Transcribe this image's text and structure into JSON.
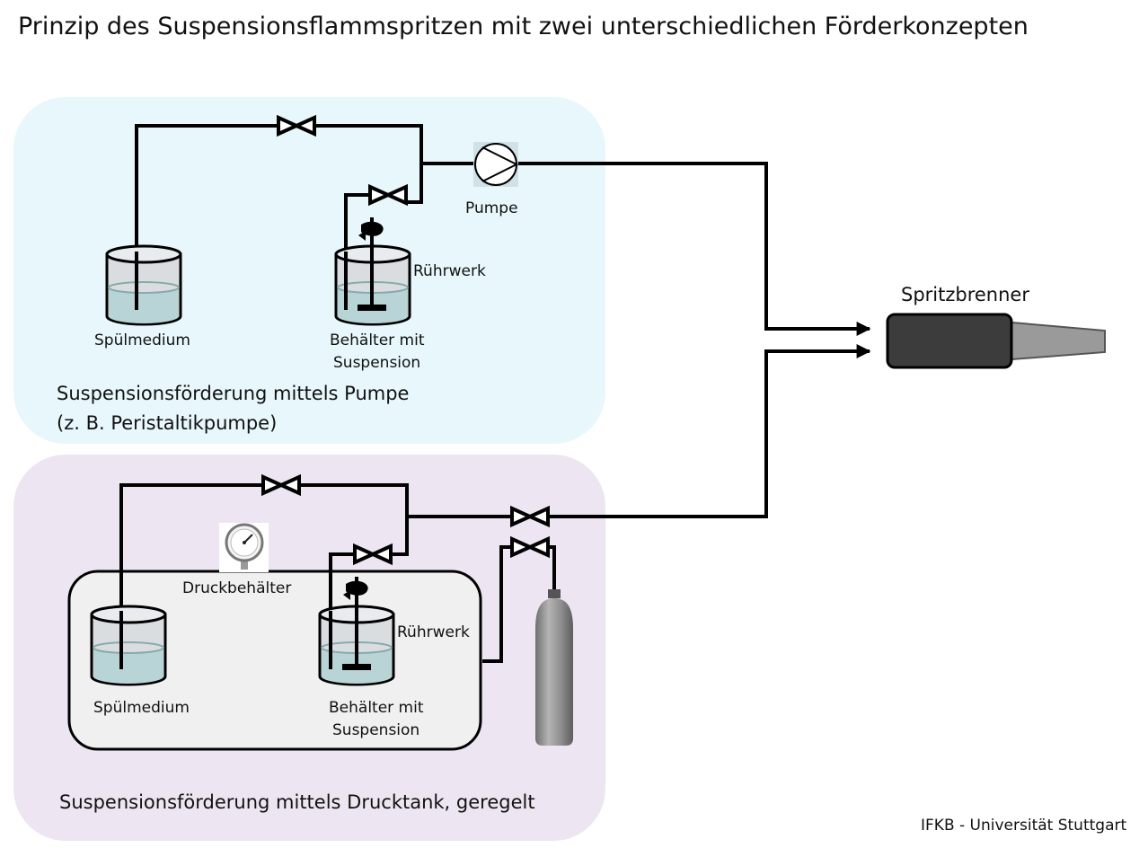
{
  "title": "Prinzip des Suspensionsflammspritzen mit zwei unterschiedlichen Förderkonzepten",
  "colors": {
    "top_panel": "#e8f7fc",
    "bottom_panel": "#ede6f2",
    "inner_box": "#f0f0f0",
    "liquid": "#b9d4d6",
    "burner_body": "#3c3c3c",
    "nozzle": "#9a9a9a",
    "cylinder": "#8a8a8a"
  },
  "top_panel": {
    "caption_line1": "Suspensionsförderung mittels Pumpe",
    "caption_line2": "(z. B. Peristaltikpumpe)",
    "pump_label": "Pumpe",
    "stirrer_label": "Rührwerk",
    "rinse_label": "Spülmedium",
    "container_label_line1": "Behälter mit",
    "container_label_line2": "Suspension"
  },
  "bottom_panel": {
    "caption": "Suspensionsförderung mittels Drucktank, geregelt",
    "pressure_vessel_label": "Druckbehälter",
    "stirrer_label": "Rührwerk",
    "rinse_label": "Spülmedium",
    "container_label_line1": "Behälter mit",
    "container_label_line2": "Suspension"
  },
  "burner_label": "Spritzbrenner",
  "credit": "IFKB - Universität Stuttgart"
}
